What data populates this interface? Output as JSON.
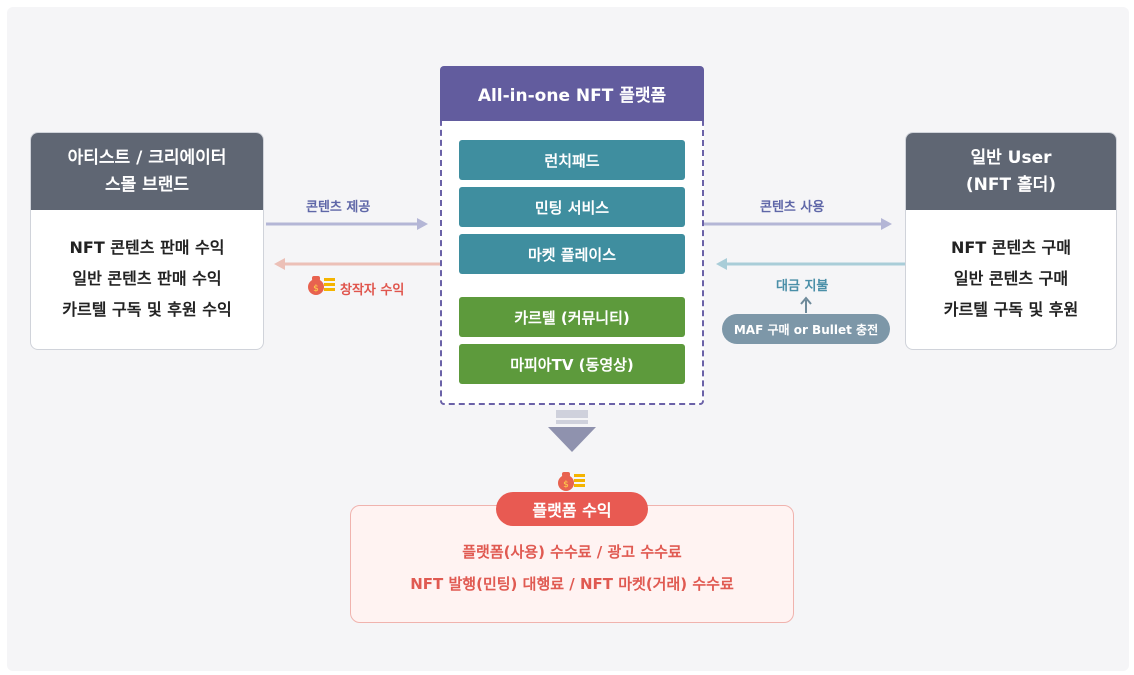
{
  "platform": {
    "title": "All-in-one NFT 플랫폼",
    "services": [
      {
        "label": "런치패드",
        "color": "teal"
      },
      {
        "label": "민팅 서비스",
        "color": "teal"
      },
      {
        "label": "마켓 플레이스",
        "color": "teal"
      },
      {
        "label": "카르텔 (커뮤니티)",
        "color": "green"
      },
      {
        "label": "마피아TV (동영상)",
        "color": "green"
      }
    ]
  },
  "left": {
    "title_line1": "아티스트 / 크리에이터",
    "title_line2": "스몰 브랜드",
    "items": [
      "NFT 콘텐츠 판매 수익",
      "일반 콘텐츠 판매 수익",
      "카르텔 구독 및 후원 수익"
    ]
  },
  "right": {
    "title_line1": "일반 User",
    "title_line2": "(NFT 홀더)",
    "items": [
      "NFT 콘텐츠 구매",
      "일반 콘텐츠 구매",
      "카르텔 구독 및 후원"
    ]
  },
  "arrows": {
    "content_provide": "콘텐츠 제공",
    "creator_revenue": "창작자 수익",
    "content_use": "콘텐츠 사용",
    "payment": "대금 지불",
    "maf_note": "MAF 구매 or Bullet 충전"
  },
  "platform_revenue": {
    "title": "플랫폼 수익",
    "line1": "플랫폼(사용) 수수료 / 광고 수수료",
    "line2": "NFT 발행(민팅) 대행료 / NFT 마켓(거래) 수수료"
  },
  "colors": {
    "header_gray": "#5f6673",
    "platform_purple": "#625c9e",
    "service_teal": "#3f8e9f",
    "service_green": "#5d9a3c",
    "revenue_red": "#e85a52"
  },
  "icons": {
    "money_bag": "money-bag-icon",
    "down_arrow": "down-arrow-icon"
  }
}
